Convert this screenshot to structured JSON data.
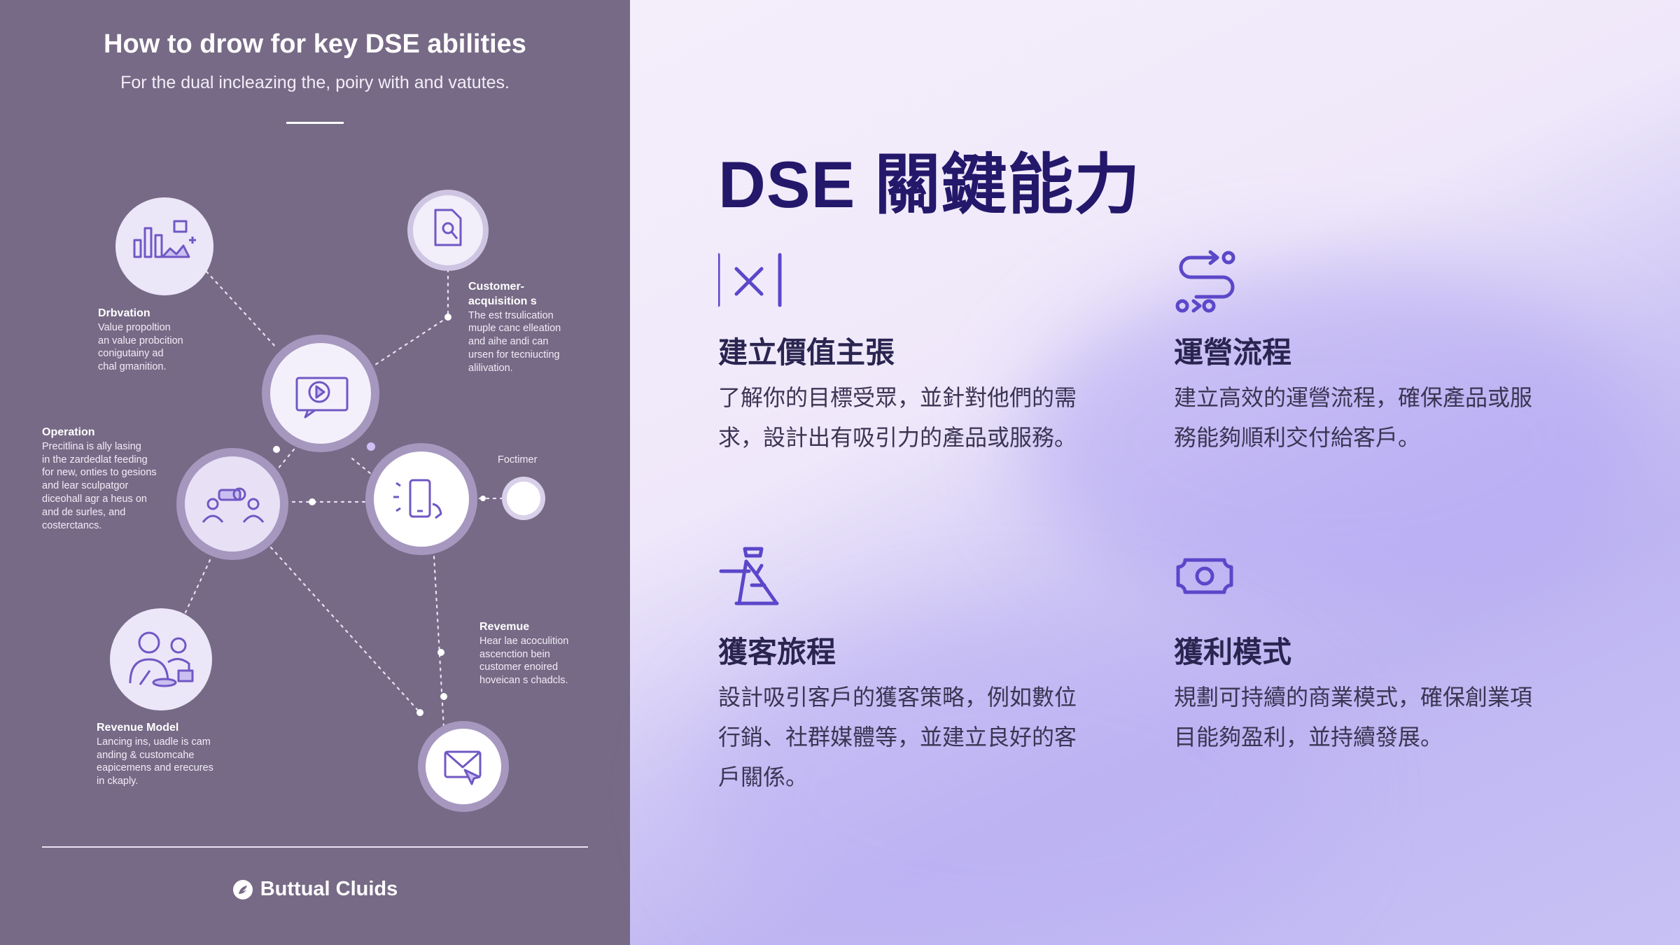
{
  "left_panel": {
    "title": "How to drow for key DSE abilities",
    "subtitle": "For the dual incleazing the, poiry with and vatutes.",
    "labels": {
      "orbvation": {
        "heading": "Drbvation",
        "lines": [
          "Value propoltion",
          "an value probcition",
          "conigutainy ad",
          "chal gmanition."
        ]
      },
      "customer": {
        "heading": [
          "Customer-",
          "acquisition s"
        ],
        "lines": [
          "The est trsulication",
          "muple canc elleation",
          "and aihe andi can",
          "ursen for tecniucting",
          "alilivation."
        ]
      },
      "operation": {
        "heading": "Operation",
        "lines": [
          "Precitlina is ally lasing",
          "in the zardedlat feeding",
          "for new, onties to gesions",
          "and lear sculpatgor",
          "diceohall agr a heus on",
          "and de surles, and",
          "costerctancs."
        ]
      },
      "footimer": {
        "heading": "Foctimer"
      },
      "revenue": {
        "heading": "Revemue",
        "lines": [
          "Hear lae acoculition",
          "ascenction bein",
          "customer enoired",
          "hoveican s chadcls."
        ]
      },
      "revenue_model": {
        "heading": "Revenue Model",
        "lines": [
          "Lancing ins, uadle is cam",
          "anding & customcahe",
          "eapicemens and erecures",
          "in ckaply."
        ]
      }
    },
    "brand": "Buttual Cluids",
    "icons": [
      "chart-icon",
      "document-search-icon",
      "video-message-icon",
      "team-meeting-icon",
      "smartphone-tap-icon",
      "people-icon",
      "mail-icon",
      "brand-icon"
    ]
  },
  "right_panel": {
    "title": "DSE 關鍵能力",
    "accent_color": "#24186b",
    "icon_color": "#5b47c9",
    "cards": [
      {
        "icon": "value-proposition-icon",
        "title": "建立價值主張",
        "lines": [
          "了解你的目標受眾，並針對他們的需",
          "求，設計出有吸引力的產品或服務。"
        ]
      },
      {
        "icon": "process-flow-icon",
        "title": "運營流程",
        "lines": [
          "建立高效的運營流程，確保產品或服",
          "務能夠順利交付給客戶。"
        ]
      },
      {
        "icon": "customer-journey-icon",
        "title": "獲客旅程",
        "lines": [
          "設計吸引客戶的獲客策略，例如數位",
          "行銷、社群媒體等，並建立良好的客",
          "戶關係。"
        ]
      },
      {
        "icon": "money-icon",
        "title": "獲利模式",
        "lines": [
          "規劃可持續的商業模式，確保創業項",
          "目能夠盈利，並持續發展。"
        ]
      }
    ]
  }
}
